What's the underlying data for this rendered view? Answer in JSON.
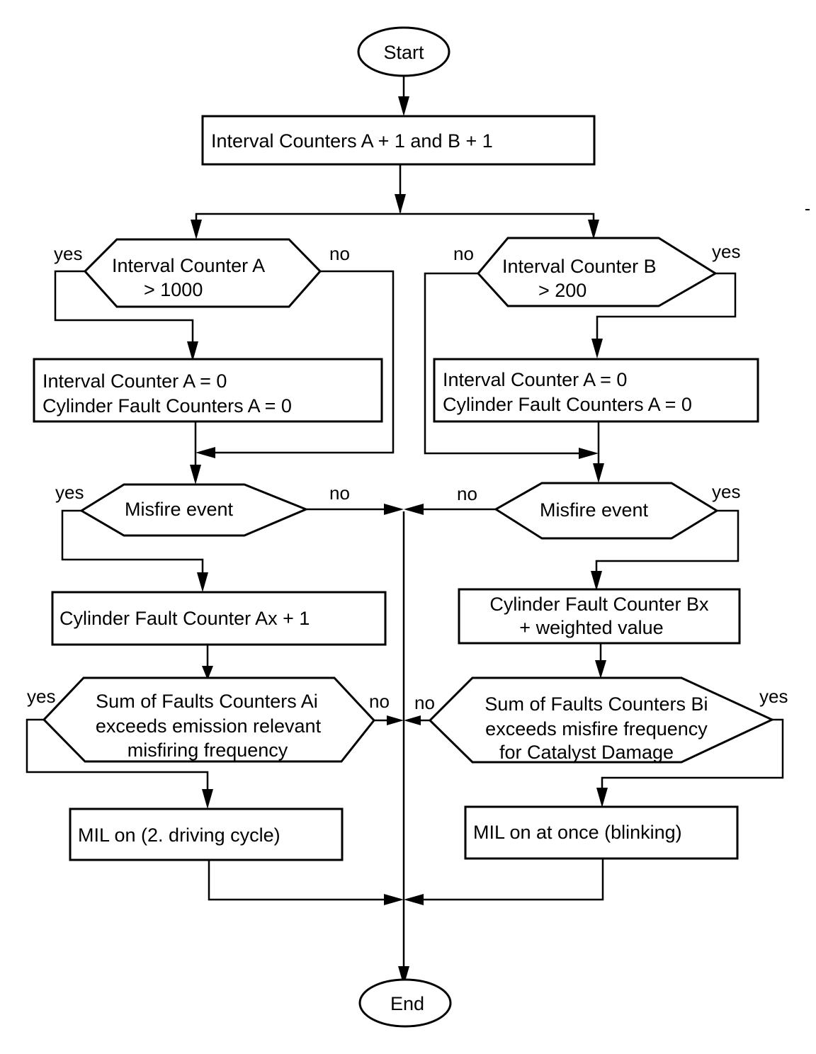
{
  "diagram": {
    "start": "Start",
    "end": "End",
    "increment": "Interval Counters A + 1 and B + 1",
    "decision_a": {
      "line1": "Interval Counter A",
      "line2": "> 1000",
      "yes": "yes",
      "no": "no"
    },
    "decision_b": {
      "line1": "Interval Counter B",
      "line2": "> 200",
      "yes": "yes",
      "no": "no"
    },
    "reset_a": {
      "line1": "Interval Counter A = 0",
      "line2": "Cylinder Fault Counters A = 0"
    },
    "reset_b": {
      "line1": "Interval Counter A = 0",
      "line2": "Cylinder Fault Counters A = 0"
    },
    "misfire_a": {
      "label": "Misfire event",
      "yes": "yes",
      "no": "no"
    },
    "misfire_b": {
      "label": "Misfire event",
      "yes": "yes",
      "no": "no"
    },
    "fault_a": "Cylinder Fault Counter Ax + 1",
    "fault_b": {
      "line1": "Cylinder Fault Counter Bx",
      "line2": "+ weighted value"
    },
    "sum_a": {
      "line1": "Sum of Faults Counters Ai",
      "line2": "exceeds emission relevant",
      "line3": "misfiring frequency",
      "yes": "yes",
      "no": "no"
    },
    "sum_b": {
      "line1": "Sum of Faults Counters Bi",
      "line2": "exceeds misfire frequency",
      "line3": "for Catalyst Damage",
      "yes": "yes",
      "no": "no"
    },
    "mil_a": "MIL on (2. driving cycle)",
    "mil_b": "MIL on at once (blinking)"
  }
}
